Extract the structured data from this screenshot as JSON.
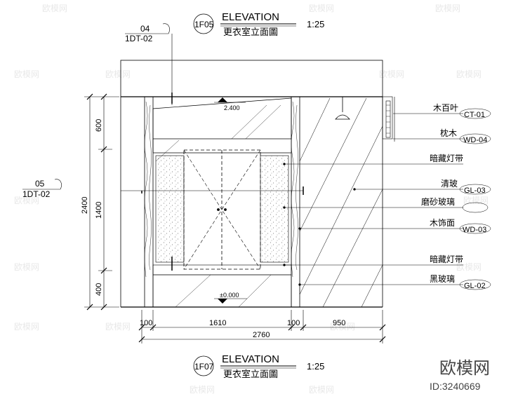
{
  "top_title": {
    "heading": "ELEVATION",
    "subtitle": "更衣室立面圖",
    "code": "1F05",
    "scale": "1:25"
  },
  "bottom_title": {
    "heading": "ELEVATION",
    "subtitle": "更衣室立面圖",
    "code": "1F07",
    "scale": "1:25"
  },
  "section_refs": [
    {
      "number": "04",
      "sheet": "1DT-02"
    },
    {
      "number": "05",
      "sheet": "1DT-02"
    }
  ],
  "level_marks": {
    "ceiling": "2.400",
    "floor": "±0.000"
  },
  "vertical_dimensions": {
    "total": "2400",
    "parts": [
      "600",
      "1400",
      "400"
    ]
  },
  "horizontal_dimensions": {
    "total": "2760",
    "parts": [
      "100",
      "1610",
      "100",
      "950"
    ]
  },
  "callouts": [
    {
      "label": "木百叶",
      "code": "CT-01"
    },
    {
      "label": "枕木",
      "code": "WD-04"
    },
    {
      "label": "暗藏灯带",
      "code": ""
    },
    {
      "label": "清玻",
      "code": "GL-03"
    },
    {
      "label": "磨砂玻璃",
      "code": ""
    },
    {
      "label": "木饰面",
      "code": "WD-03"
    },
    {
      "label": "暗藏灯带",
      "code": ""
    },
    {
      "label": "黑玻璃",
      "code": "GL-02"
    }
  ],
  "watermark": {
    "brand": "欧模网",
    "id_text": "ID:3240669"
  }
}
